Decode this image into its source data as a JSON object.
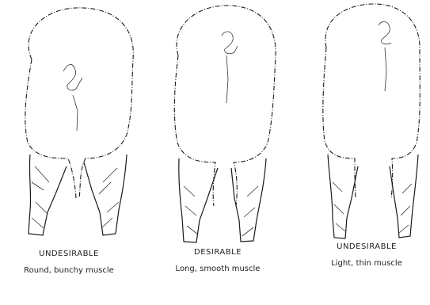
{
  "panels": [
    {
      "title": "UNDESIRABLE",
      "description": "Round, bunchy muscle"
    },
    {
      "title": "DESIRABLE",
      "description": "Long, smooth muscle"
    },
    {
      "title": "UNDESIRABLE",
      "description": "Light, thin muscle"
    }
  ]
}
